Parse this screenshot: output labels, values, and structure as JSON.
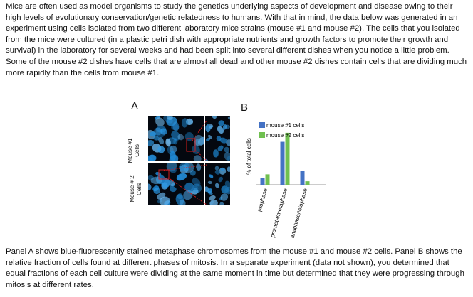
{
  "intro_text": "Mice are often used as model organisms to study the genetics underlying aspects of development and disease owing to their high levels of evolutionary conservation/genetic relatedness to humans.  With that in mind, the data below was generated in an experiment using cells isolated from two different laboratory mice strains (mouse #1 and mouse #2).  The cells that you isolated from the mice were cultured (in a plastic petri dish with appropriate nutrients and growth factors to promote their growth and survival) in the laboratory for several weeks and had been split into several different dishes when you notice a little problem.  Some of the mouse #2 dishes have cells that are almost all dead and other mouse #2 dishes contain cells that are dividing much more rapidly than the cells from mouse #1.",
  "panel_a": {
    "letter": "A",
    "row1_label_line1": "Mouse #1",
    "row1_label_line2": "Cells",
    "row2_label_line1": "Mouse # 2",
    "row2_label_line2": "Cells"
  },
  "panel_b": {
    "letter": "B"
  },
  "chart_data": {
    "type": "bar",
    "categories": [
      "prophase",
      "prometa/metaphase",
      "anaphase/telophase"
    ],
    "series": [
      {
        "name": "mouse #1 cells",
        "color": "#4472c4",
        "values": [
          10,
          62,
          20
        ]
      },
      {
        "name": "mouse #2 cells",
        "color": "#70c050",
        "values": [
          15,
          75,
          5
        ]
      }
    ],
    "ylabel": "% of total cells",
    "ylim": [
      0,
      80
    ],
    "legend": "top-left",
    "grid": false
  },
  "caption_text": "Panel A shows blue-fluorescently stained metaphase chromosomes from the mouse #1 and mouse #2 cells.  Panel B shows the relative fraction of cells found at different phases of mitosis.  In a separate experiment (data not shown), you determined that equal fractions of each cell culture were dividing at the same moment in time but determined that they were progressing through mitosis at different rates."
}
